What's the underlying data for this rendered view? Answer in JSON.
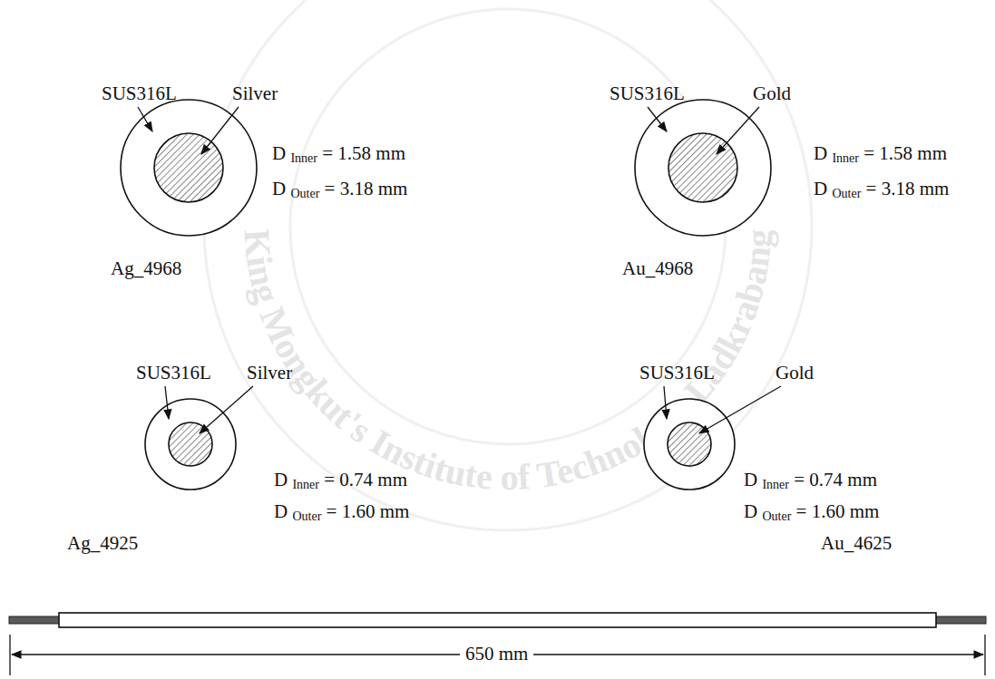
{
  "diagram": {
    "labels": [
      "SUS316L",
      "Silver",
      "D Inner = 1.58 mm",
      "D Outer = 3.18 mm",
      "Ag_4968",
      "SUS316L",
      "Gold",
      "D Inner = 1.58 mm",
      "D Outer = 3.18 mm",
      "Au_4968",
      "SUS316L",
      "Silver",
      "D Inner = 0.74 mm",
      "D Outer = 1.60 mm",
      "Ag_4925",
      "SUS316L",
      "Gold",
      "D Inner = 0.74 mm",
      "D Outer = 1.60 mm",
      "Au_4625",
      "650 mm",
      "King Mongkut's Institute of Technology Ladkrabang"
    ]
  }
}
